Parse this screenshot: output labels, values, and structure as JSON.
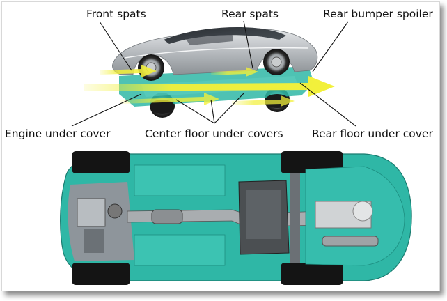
{
  "labels": {
    "front_spats": "Front spats",
    "rear_spats": "Rear spats",
    "rear_bumper_spoiler": "Rear bumper spoiler",
    "engine_under_cover": "Engine under cover",
    "center_floor_under_covers": "Center floor under covers",
    "rear_floor_under_cover": "Rear floor under cover"
  },
  "colors": {
    "airflow_arrow": "#f2f03a",
    "under_cover": "#2fb7a6",
    "car_body": "#c4c7ca",
    "leader_line": "#111111"
  }
}
